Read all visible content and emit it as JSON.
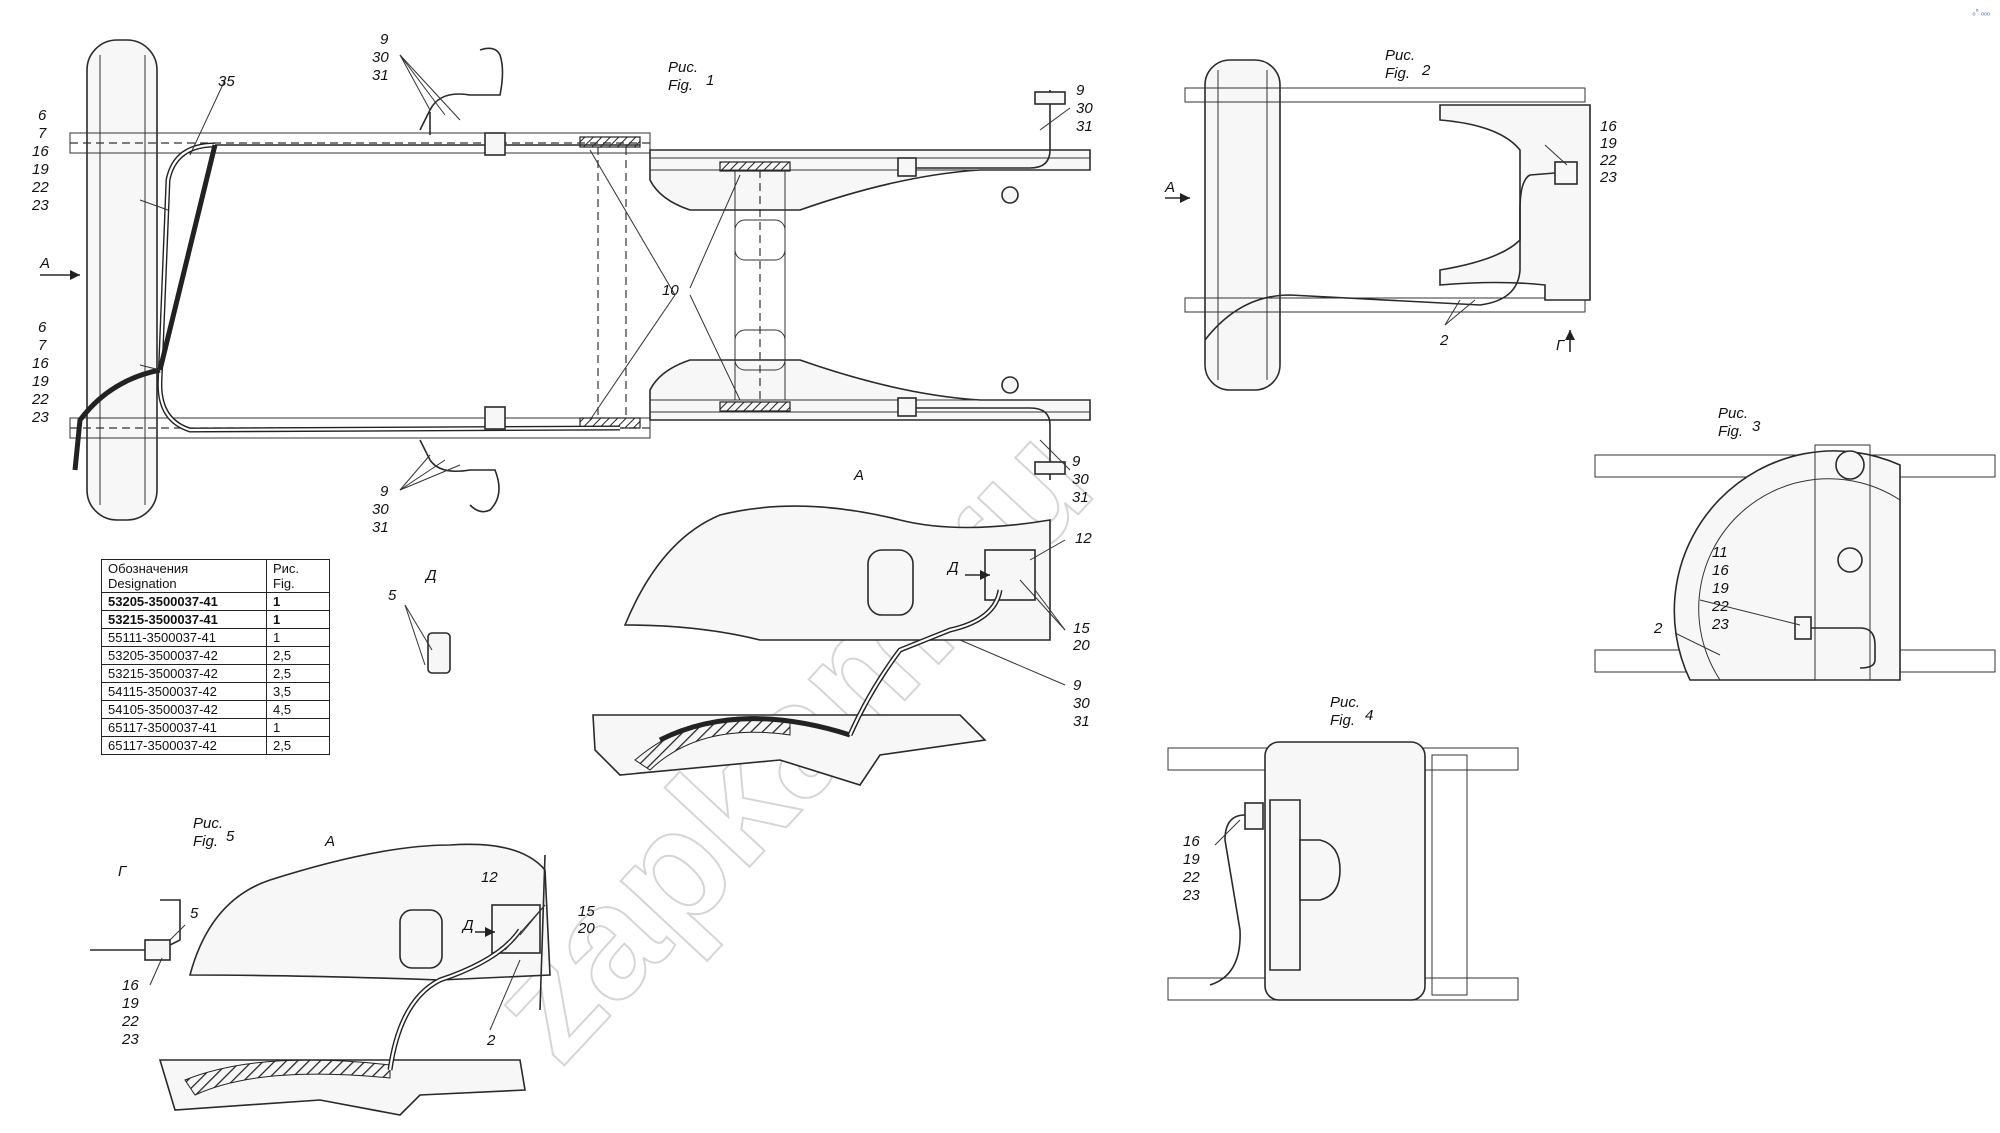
{
  "figures": [
    {
      "title": "Рис.",
      "title_en": "Fig.",
      "num": "1"
    },
    {
      "title": "Рис.",
      "title_en": "Fig.",
      "num": "2"
    },
    {
      "title": "Рис.",
      "title_en": "Fig.",
      "num": "3"
    },
    {
      "title": "Рис.",
      "title_en": "Fig.",
      "num": "4"
    },
    {
      "title": "Рис.",
      "title_en": "Fig.",
      "num": "5"
    }
  ],
  "view_labels": {
    "a": "А",
    "d": "Д",
    "g": "Г"
  },
  "callouts": {
    "c35": "35",
    "c10": "10",
    "c9": "9",
    "c30": "30",
    "c31": "31",
    "c6": "6",
    "c7": "7",
    "c16": "16",
    "c19": "19",
    "c22": "22",
    "c23": "23",
    "c2": "2",
    "c11": "11",
    "c12": "12",
    "c15": "15",
    "c20": "20",
    "c5": "5"
  },
  "table": {
    "header": {
      "designation_ru": "Обозначения",
      "designation_en": "Designation",
      "fig_ru": "Рис.",
      "fig_en": "Fig."
    },
    "rows": [
      {
        "designation": "53205-3500037-41",
        "fig": "1",
        "bold": true
      },
      {
        "designation": "53215-3500037-41",
        "fig": "1",
        "bold": true
      },
      {
        "designation": "55111-3500037-41",
        "fig": "1",
        "bold": false
      },
      {
        "designation": "53205-3500037-42",
        "fig": "2,5",
        "bold": false
      },
      {
        "designation": "53215-3500037-42",
        "fig": "2,5",
        "bold": false
      },
      {
        "designation": "54115-3500037-42",
        "fig": "3,5",
        "bold": false
      },
      {
        "designation": "54105-3500037-42",
        "fig": "4,5",
        "bold": false
      },
      {
        "designation": "65117-3500037-41",
        "fig": "1",
        "bold": false
      },
      {
        "designation": "65117-3500037-42",
        "fig": "2,5",
        "bold": false
      }
    ]
  },
  "watermark": "zapkam.ru",
  "corner_mark": "ₒ° ₒₒₒ"
}
